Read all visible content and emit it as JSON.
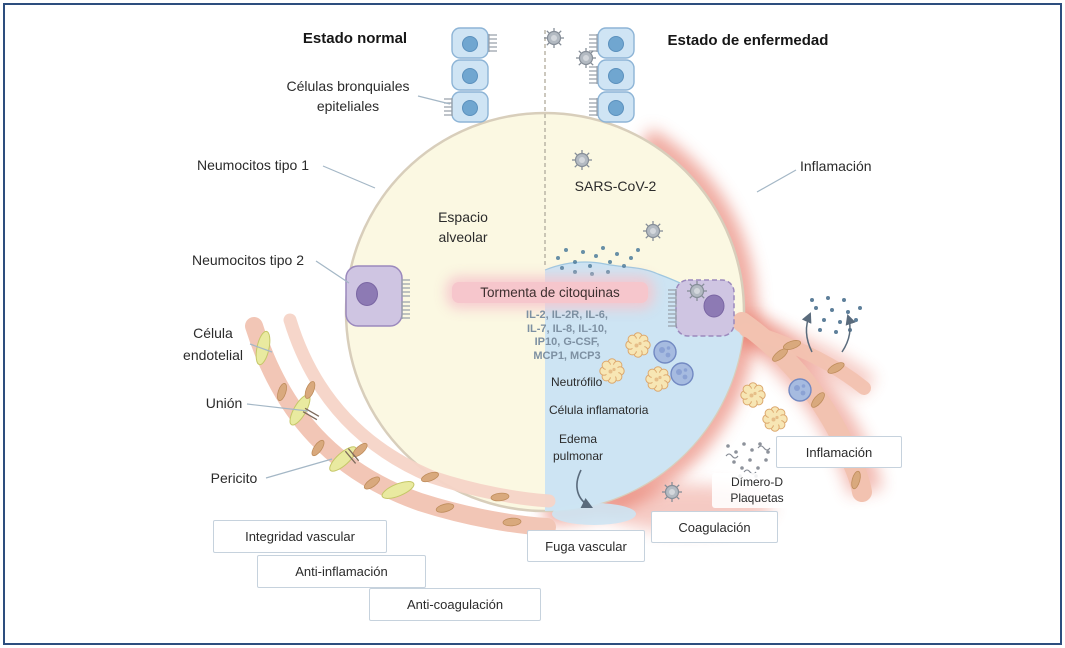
{
  "figure": {
    "headers": {
      "normal_state": "Estado normal",
      "disease_state": "Estado de enfermedad"
    },
    "anatomy": {
      "bronchial_cells": "Células bronquiales epiteliales",
      "pneumocyte_type1": "Neumocitos tipo 1",
      "pneumocyte_type2": "Neumocitos tipo 2",
      "endothelial_cell": "Célula endotelial",
      "junction": "Unión",
      "pericyte": "Pericito",
      "alveolar_space": "Espacio alveolar"
    },
    "disease": {
      "virus": "SARS-CoV-2",
      "inflammation": "Inflamación",
      "cytokine_storm": "Tormenta de citoquinas",
      "cytokines": [
        "IL-2, IL-2R, IL-6,",
        "IL-7, IL-8, IL-10,",
        "IP10, G-CSF,",
        "MCP1, MCP3"
      ],
      "neutrophil": "Neutrófilo",
      "inflammatory_cell": "Célula inflamatoria",
      "pulmonary_edema": "Edema pulmonar",
      "d_dimer": "Dímero-D",
      "platelets": "Plaquetas"
    },
    "boxes": {
      "vascular_integrity": "Integridad vascular",
      "anti_inflammation": "Anti-inflamación",
      "anti_coagulation": "Anti-coagulación",
      "vascular_leak": "Fuga vascular",
      "coagulation": "Coagulación",
      "inflammation": "Inflamación"
    },
    "colors": {
      "frame_border": "#2d4e7e",
      "alveolus_fill": "#fbf8e2",
      "edema_fill": "#cde4f3",
      "inflammation_glow": "#e0523c",
      "storm_highlight": "#f6c6cc",
      "cytokine_text": "#7d90a2"
    }
  }
}
